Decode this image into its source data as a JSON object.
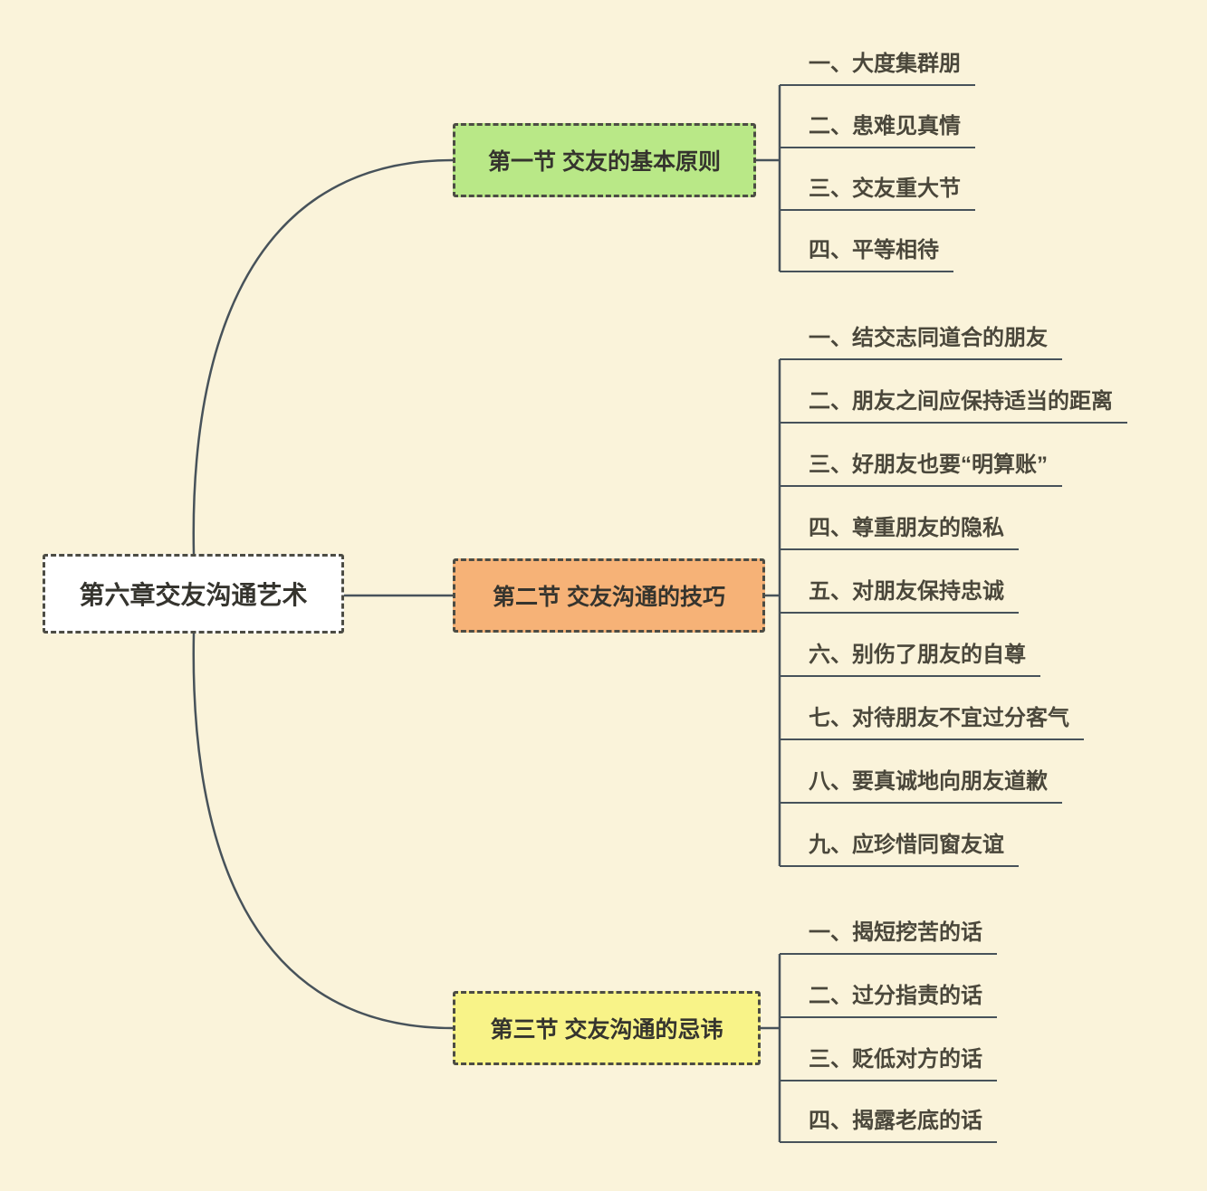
{
  "canvas": {
    "background_color": "#faf3da",
    "line_color": "#47525a"
  },
  "root": {
    "label": "第六章交友沟通艺术",
    "bg_color": "#ffffff"
  },
  "sections": [
    {
      "label": "第一节 交友的基本原则",
      "bg_color": "#b9e887",
      "items": [
        "一、大度集群朋",
        "二、患难见真情",
        "三、交友重大节",
        "四、平等相待"
      ]
    },
    {
      "label": "第二节 交友沟通的技巧",
      "bg_color": "#f6b277",
      "items": [
        "一、结交志同道合的朋友",
        "二、朋友之间应保持适当的距离",
        "三、好朋友也要“明算账”",
        "四、尊重朋友的隐私",
        "五、对朋友保持忠诚",
        "六、别伤了朋友的自尊",
        "七、对待朋友不宜过分客气",
        "八、要真诚地向朋友道歉",
        "九、应珍惜同窗友谊"
      ]
    },
    {
      "label": "第三节 交友沟通的忌讳",
      "bg_color": "#f8f388",
      "items": [
        "一、揭短挖苦的话",
        "二、过分指责的话",
        "三、贬低对方的话",
        "四、揭露老底的话"
      ]
    }
  ]
}
